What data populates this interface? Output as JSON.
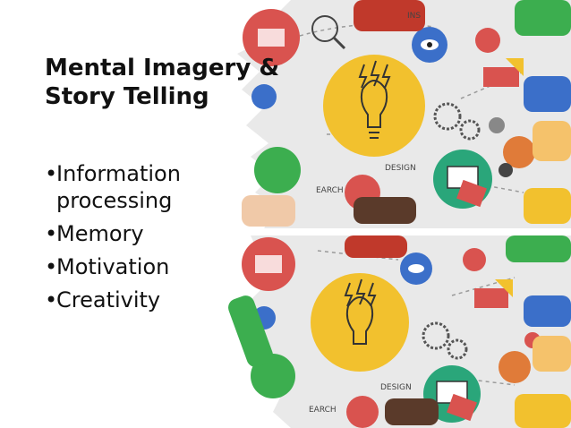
{
  "slide": {
    "title_line1": "Mental Imagery &",
    "title_line2": "Story Telling",
    "bullets": [
      {
        "line1": "Information",
        "line2": "processing"
      },
      {
        "line1": "Memory"
      },
      {
        "line1": "Motivation"
      },
      {
        "line1": "Creativity"
      }
    ],
    "bullet_char": "•",
    "image_text": {
      "top_design": "DESIGN",
      "top_search": "EARCH",
      "bottom_design": "DESIGN",
      "bottom_search": "EARCH",
      "top_ins": "INS"
    }
  },
  "colors": {
    "background": "#ffffff",
    "text": "#111111",
    "bulb_yellow": "#f2c12e",
    "desk": "#e8e8e8"
  }
}
